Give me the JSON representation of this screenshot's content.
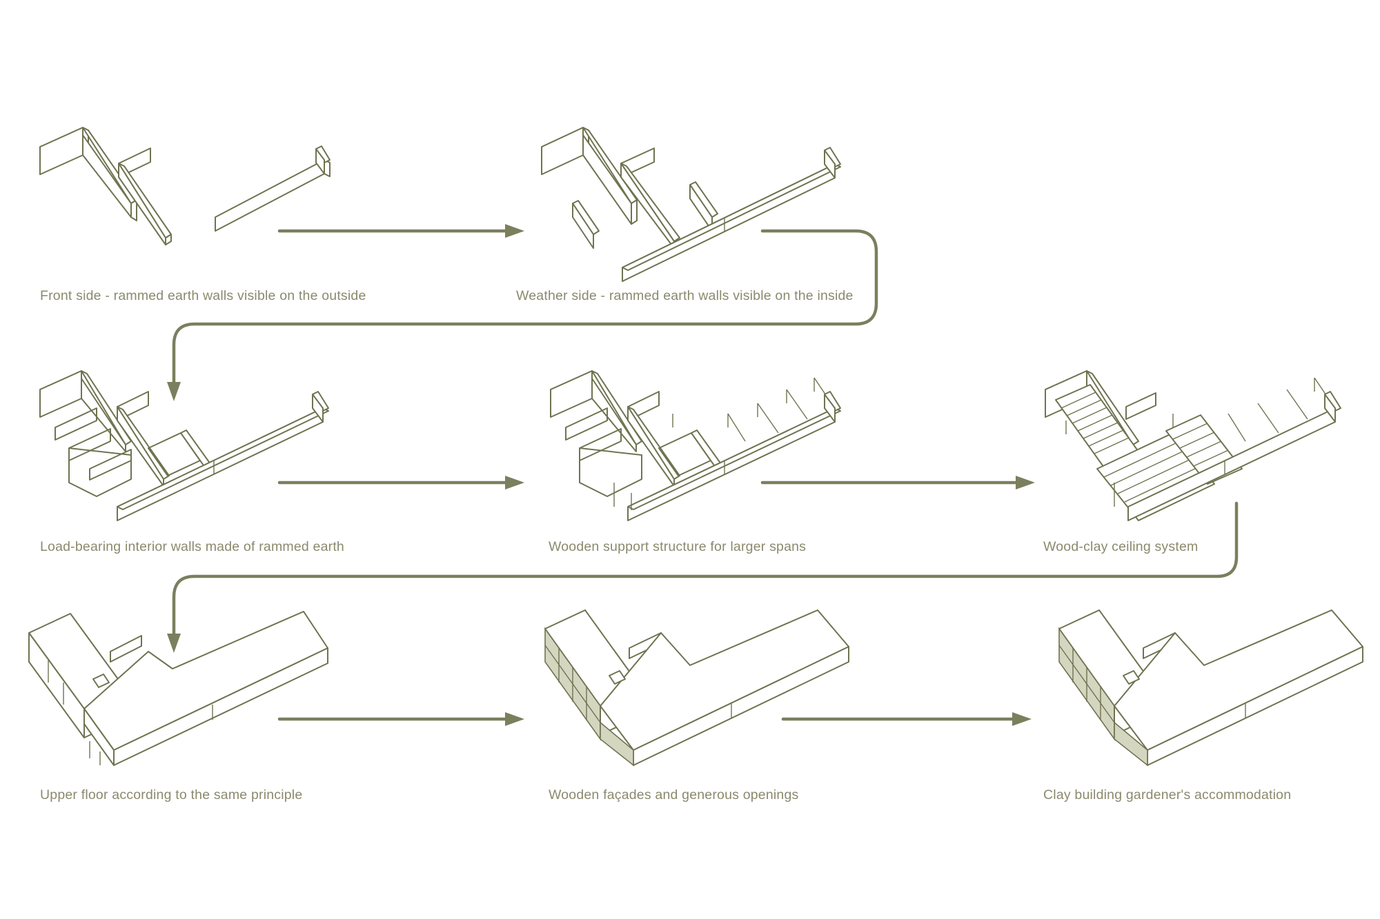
{
  "steps": [
    {
      "id": "step-1",
      "caption": "Front side - rammed earth walls visible on the outside"
    },
    {
      "id": "step-2",
      "caption": "Weather side - rammed earth walls visible on the inside"
    },
    {
      "id": "step-3",
      "caption": "Load-bearing interior walls made of rammed earth"
    },
    {
      "id": "step-4",
      "caption": "Wooden support structure for larger spans"
    },
    {
      "id": "step-5",
      "caption": "Wood-clay ceiling system"
    },
    {
      "id": "step-6",
      "caption": "Upper floor according to the same principle"
    },
    {
      "id": "step-7",
      "caption": "Wooden façades and generous openings"
    },
    {
      "id": "step-8",
      "caption": "Clay building gardener's accommodation"
    }
  ],
  "colors": {
    "line": "#6f7350",
    "arrow": "#7b7f5d",
    "caption": "#8a8a6e",
    "facade_fill": "#d4d6c0",
    "background": "#ffffff"
  }
}
